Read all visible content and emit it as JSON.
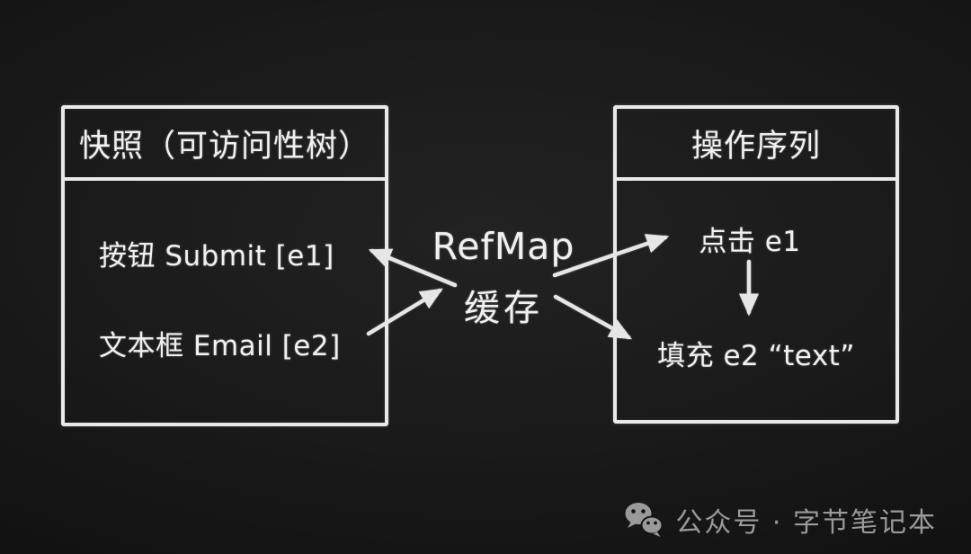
{
  "stage": {
    "chalk_color": "#e9e9e9",
    "background_center": "#222222",
    "background_edge": "#070707"
  },
  "snapshot_box": {
    "title": "快照（可访问性树）",
    "items": [
      {
        "label": "按钮 Submit [e1]"
      },
      {
        "label": "文本框 Email [e2]"
      }
    ]
  },
  "center_label": {
    "line1": "RefMap",
    "line2": "缓存"
  },
  "actions_box": {
    "title": "操作序列",
    "items": [
      {
        "label": "点击 e1"
      },
      {
        "label": "填充 e2 “text”"
      }
    ]
  },
  "arrows": [
    {
      "from": "refmap-cache",
      "to": "snapshot-item-e1"
    },
    {
      "from": "snapshot-item-e2",
      "to": "refmap-cache"
    },
    {
      "from": "refmap-cache",
      "to": "action-item-click-e1"
    },
    {
      "from": "refmap-cache",
      "to": "action-item-fill-e2"
    },
    {
      "from": "action-item-click-e1",
      "to": "action-item-fill-e2"
    }
  ],
  "watermark": {
    "text": "公众号 · 字节笔记本",
    "color": "#9a9a9a"
  }
}
